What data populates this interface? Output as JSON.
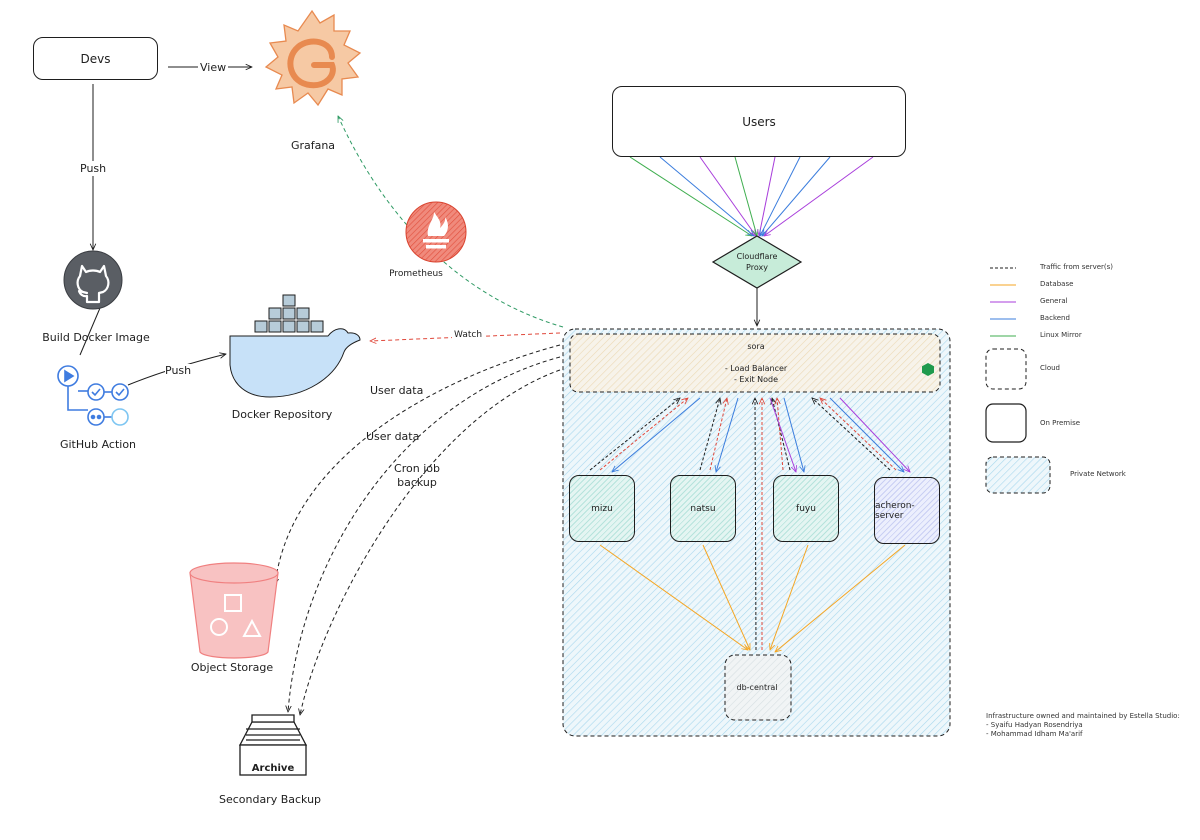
{
  "devs": "Devs",
  "view": "View",
  "grafana": "Grafana",
  "push1": "Push",
  "build_docker_image": "Build Docker Image",
  "push2": "Push",
  "github_action": "GitHub Action",
  "docker_repository": "Docker Repository",
  "prometheus": "Prometheus",
  "watch": "Watch",
  "user_data_1": "User data",
  "user_data_2": "User data",
  "cron_job": "Cron job",
  "cron_backup": "backup",
  "object_storage": "Object Storage",
  "archive": "Archive",
  "secondary_backup": "Secondary Backup",
  "users": "Users",
  "cloudflare_1": "Cloudflare",
  "cloudflare_2": "Proxy",
  "sora": {
    "name": "sora",
    "line1": "- Load Balancer",
    "line2": "- Exit Node"
  },
  "servers": [
    "mizu",
    "natsu",
    "fuyu",
    "acheron-server"
  ],
  "db": "db-central",
  "legend": {
    "traffic": "Traffic from server(s)",
    "database": "Database",
    "general": "General",
    "backend": "Backend",
    "linux_mirror": "Linux Mirror",
    "cloud": "Cloud",
    "on_premise": "On Premise",
    "private_network": "Private Network"
  },
  "colors": {
    "database": "#f5a623",
    "general": "#a83ddb",
    "backend": "#3b7ddd",
    "linux_mirror": "#3fae4f",
    "watch": "#e0483b",
    "prometheus_green": "#2f9a64"
  },
  "footer": {
    "line1": "Infrastructure owned and maintained by Estella Studio:",
    "line2": "- Syaifu Hadyan Rosendriya",
    "line3": "- Mohammad Idham Ma'arif"
  }
}
